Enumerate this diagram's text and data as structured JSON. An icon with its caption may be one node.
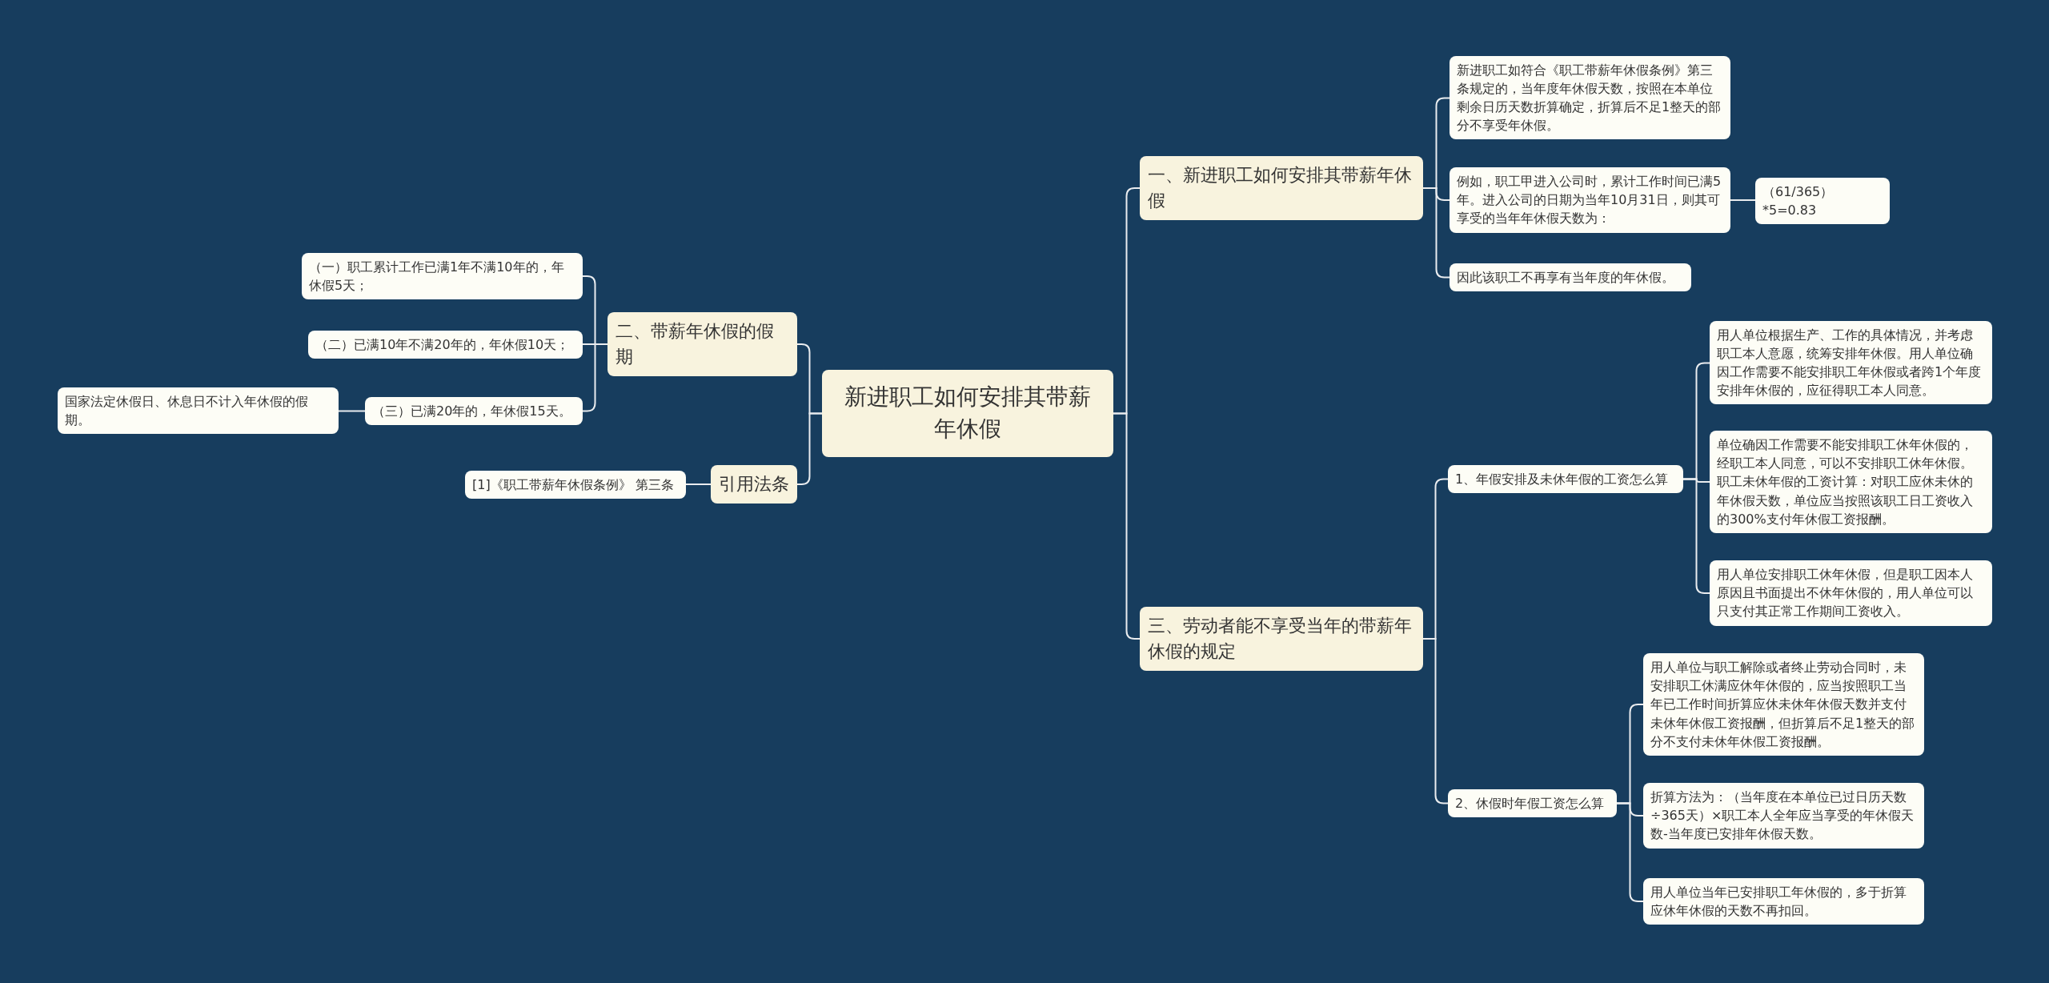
{
  "diagram": {
    "nodes": [
      {
        "text": [
          "新进职工如何安排其带薪年休假"
        ]
      },
      {
        "text": [
          "一、新进职工如何安排其带薪年休假"
        ]
      },
      {
        "text": [
          "新进职工如符合《职工带薪年休假条例》第三条规定的，当年度年休假天数，按照在本单位剩余日历天数折算确定，折算后不足1整天的部分不享受年休假。"
        ]
      },
      {
        "text": [
          "例如，职工甲进入公司时，累计工作时间已满5年。进入公司的日期为当年10月31日，则其可享受的当年年休假天数为："
        ]
      },
      {
        "text": [
          "（61/365）*5=0.83"
        ]
      },
      {
        "text": [
          "因此该职工不再享有当年度的年休假。"
        ]
      },
      {
        "text": [
          "三、劳动者能不享受当年的带薪年休假的规定"
        ]
      },
      {
        "text": [
          "1、年假安排及未休年假的工资怎么算"
        ]
      },
      {
        "text": [
          "用人单位根据生产、工作的具体情况，并考虑职工本人意愿，统筹安排年休假。用人单位确因工作需要不能安排职工年休假或者跨1个年度安排年休假的，应征得职工本人同意。"
        ]
      },
      {
        "text": [
          "单位确因工作需要不能安排职工休年休假的，经职工本人同意，可以不安排职工休年休假。职工未休年假的工资计算：对职工应休未休的年休假天数，单位应当按照该职工日工资收入的300%支付年休假工资报酬。"
        ]
      },
      {
        "text": [
          "用人单位安排职工休年休假，但是职工因本人原因且书面提出不休年休假的，用人单位可以只支付其正常工作期间工资收入。"
        ]
      },
      {
        "text": [
          "2、休假时年假工资怎么算"
        ]
      },
      {
        "text": [
          "用人单位与职工解除或者终止劳动合同时，未安排职工休满应休年休假的，应当按照职工当年已工作时间折算应休未休年休假天数并支付未休年休假工资报酬，但折算后不足1整天的部分不支付未休年休假工资报酬。"
        ]
      },
      {
        "text": [
          "折算方法为：（当年度在本单位已过日历天数÷365天）×职工本人全年应当享受的年休假天数-当年度已安排年休假天数。"
        ]
      },
      {
        "text": [
          "用人单位当年已安排职工年休假的，多于折算应休年休假的天数不再扣回。"
        ]
      },
      {
        "text": [
          "二、带薪年休假的假期"
        ]
      },
      {
        "text": [
          "（一）职工累计工作已满1年不满10年的，年休假5天；"
        ]
      },
      {
        "text": [
          "（二）已满10年不满20年的，年休假10天；"
        ]
      },
      {
        "text": [
          "（三）已满20年的，年休假15天。"
        ]
      },
      {
        "text": [
          "国家法定休假日、休息日不计入年休假的假期。"
        ]
      },
      {
        "text": [
          "引用法条"
        ]
      },
      {
        "text": [
          "[1]《职工带薪年休假条例》 第三条"
        ]
      }
    ],
    "edges": [
      {
        "from": 0,
        "to": 1,
        "arrow": "none"
      },
      {
        "from": 0,
        "to": 6,
        "arrow": "none"
      },
      {
        "from": 0,
        "to": 15,
        "arrow": "none"
      },
      {
        "from": 0,
        "to": 20,
        "arrow": "none"
      },
      {
        "from": 1,
        "to": 2,
        "arrow": "none"
      },
      {
        "from": 1,
        "to": 3,
        "arrow": "none"
      },
      {
        "from": 1,
        "to": 5,
        "arrow": "none"
      },
      {
        "from": 3,
        "to": 4,
        "arrow": "none"
      },
      {
        "from": 6,
        "to": 7,
        "arrow": "none"
      },
      {
        "from": 6,
        "to": 11,
        "arrow": "none"
      },
      {
        "from": 7,
        "to": 8,
        "arrow": "none"
      },
      {
        "from": 7,
        "to": 9,
        "arrow": "none"
      },
      {
        "from": 7,
        "to": 10,
        "arrow": "none"
      },
      {
        "from": 11,
        "to": 12,
        "arrow": "none"
      },
      {
        "from": 11,
        "to": 13,
        "arrow": "none"
      },
      {
        "from": 11,
        "to": 14,
        "arrow": "none"
      },
      {
        "from": 15,
        "to": 16,
        "arrow": "none"
      },
      {
        "from": 15,
        "to": 17,
        "arrow": "none"
      },
      {
        "from": 15,
        "to": 18,
        "arrow": "none"
      },
      {
        "from": 18,
        "to": 19,
        "arrow": "none"
      },
      {
        "from": 20,
        "to": 21,
        "arrow": "none"
      }
    ]
  }
}
